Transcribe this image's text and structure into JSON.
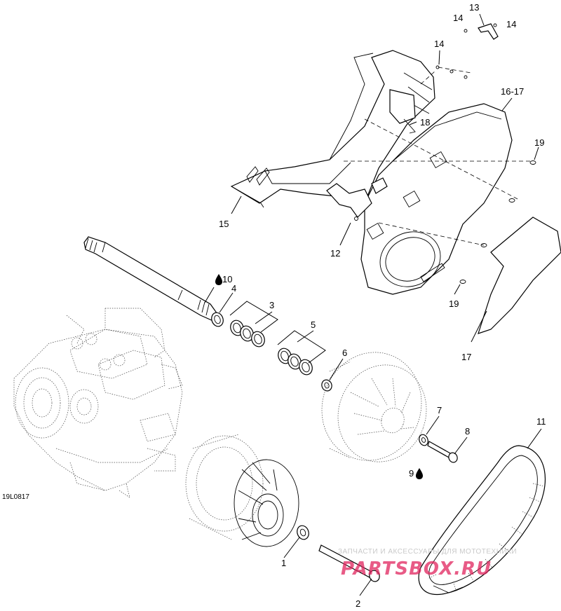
{
  "diagram_id": "19L0817",
  "callouts": [
    {
      "id": "c1",
      "label": "1"
    },
    {
      "id": "c2",
      "label": "2"
    },
    {
      "id": "c3",
      "label": "3"
    },
    {
      "id": "c4",
      "label": "4"
    },
    {
      "id": "c5",
      "label": "5"
    },
    {
      "id": "c6",
      "label": "6"
    },
    {
      "id": "c7",
      "label": "7"
    },
    {
      "id": "c8",
      "label": "8"
    },
    {
      "id": "c9",
      "label": "9"
    },
    {
      "id": "c10",
      "label": "10"
    },
    {
      "id": "c11",
      "label": "11"
    },
    {
      "id": "c12",
      "label": "12"
    },
    {
      "id": "c13",
      "label": "13"
    },
    {
      "id": "c14a",
      "label": "14"
    },
    {
      "id": "c14b",
      "label": "14"
    },
    {
      "id": "c14c",
      "label": "14"
    },
    {
      "id": "c15",
      "label": "15"
    },
    {
      "id": "c16",
      "label": "16-17"
    },
    {
      "id": "c17",
      "label": "17"
    },
    {
      "id": "c18",
      "label": "18"
    },
    {
      "id": "c19a",
      "label": "19"
    },
    {
      "id": "c19b",
      "label": "19"
    }
  ],
  "watermark": {
    "tagline": "ЗАПЧАСТИ И АКСЕССУАРЫ ДЛЯ МОТОТЕХНИКИ",
    "brand": "PARTSBOX.RU",
    "brand_color": "#e0245e"
  },
  "icons": {
    "lubricant_drop": "drop-icon"
  }
}
